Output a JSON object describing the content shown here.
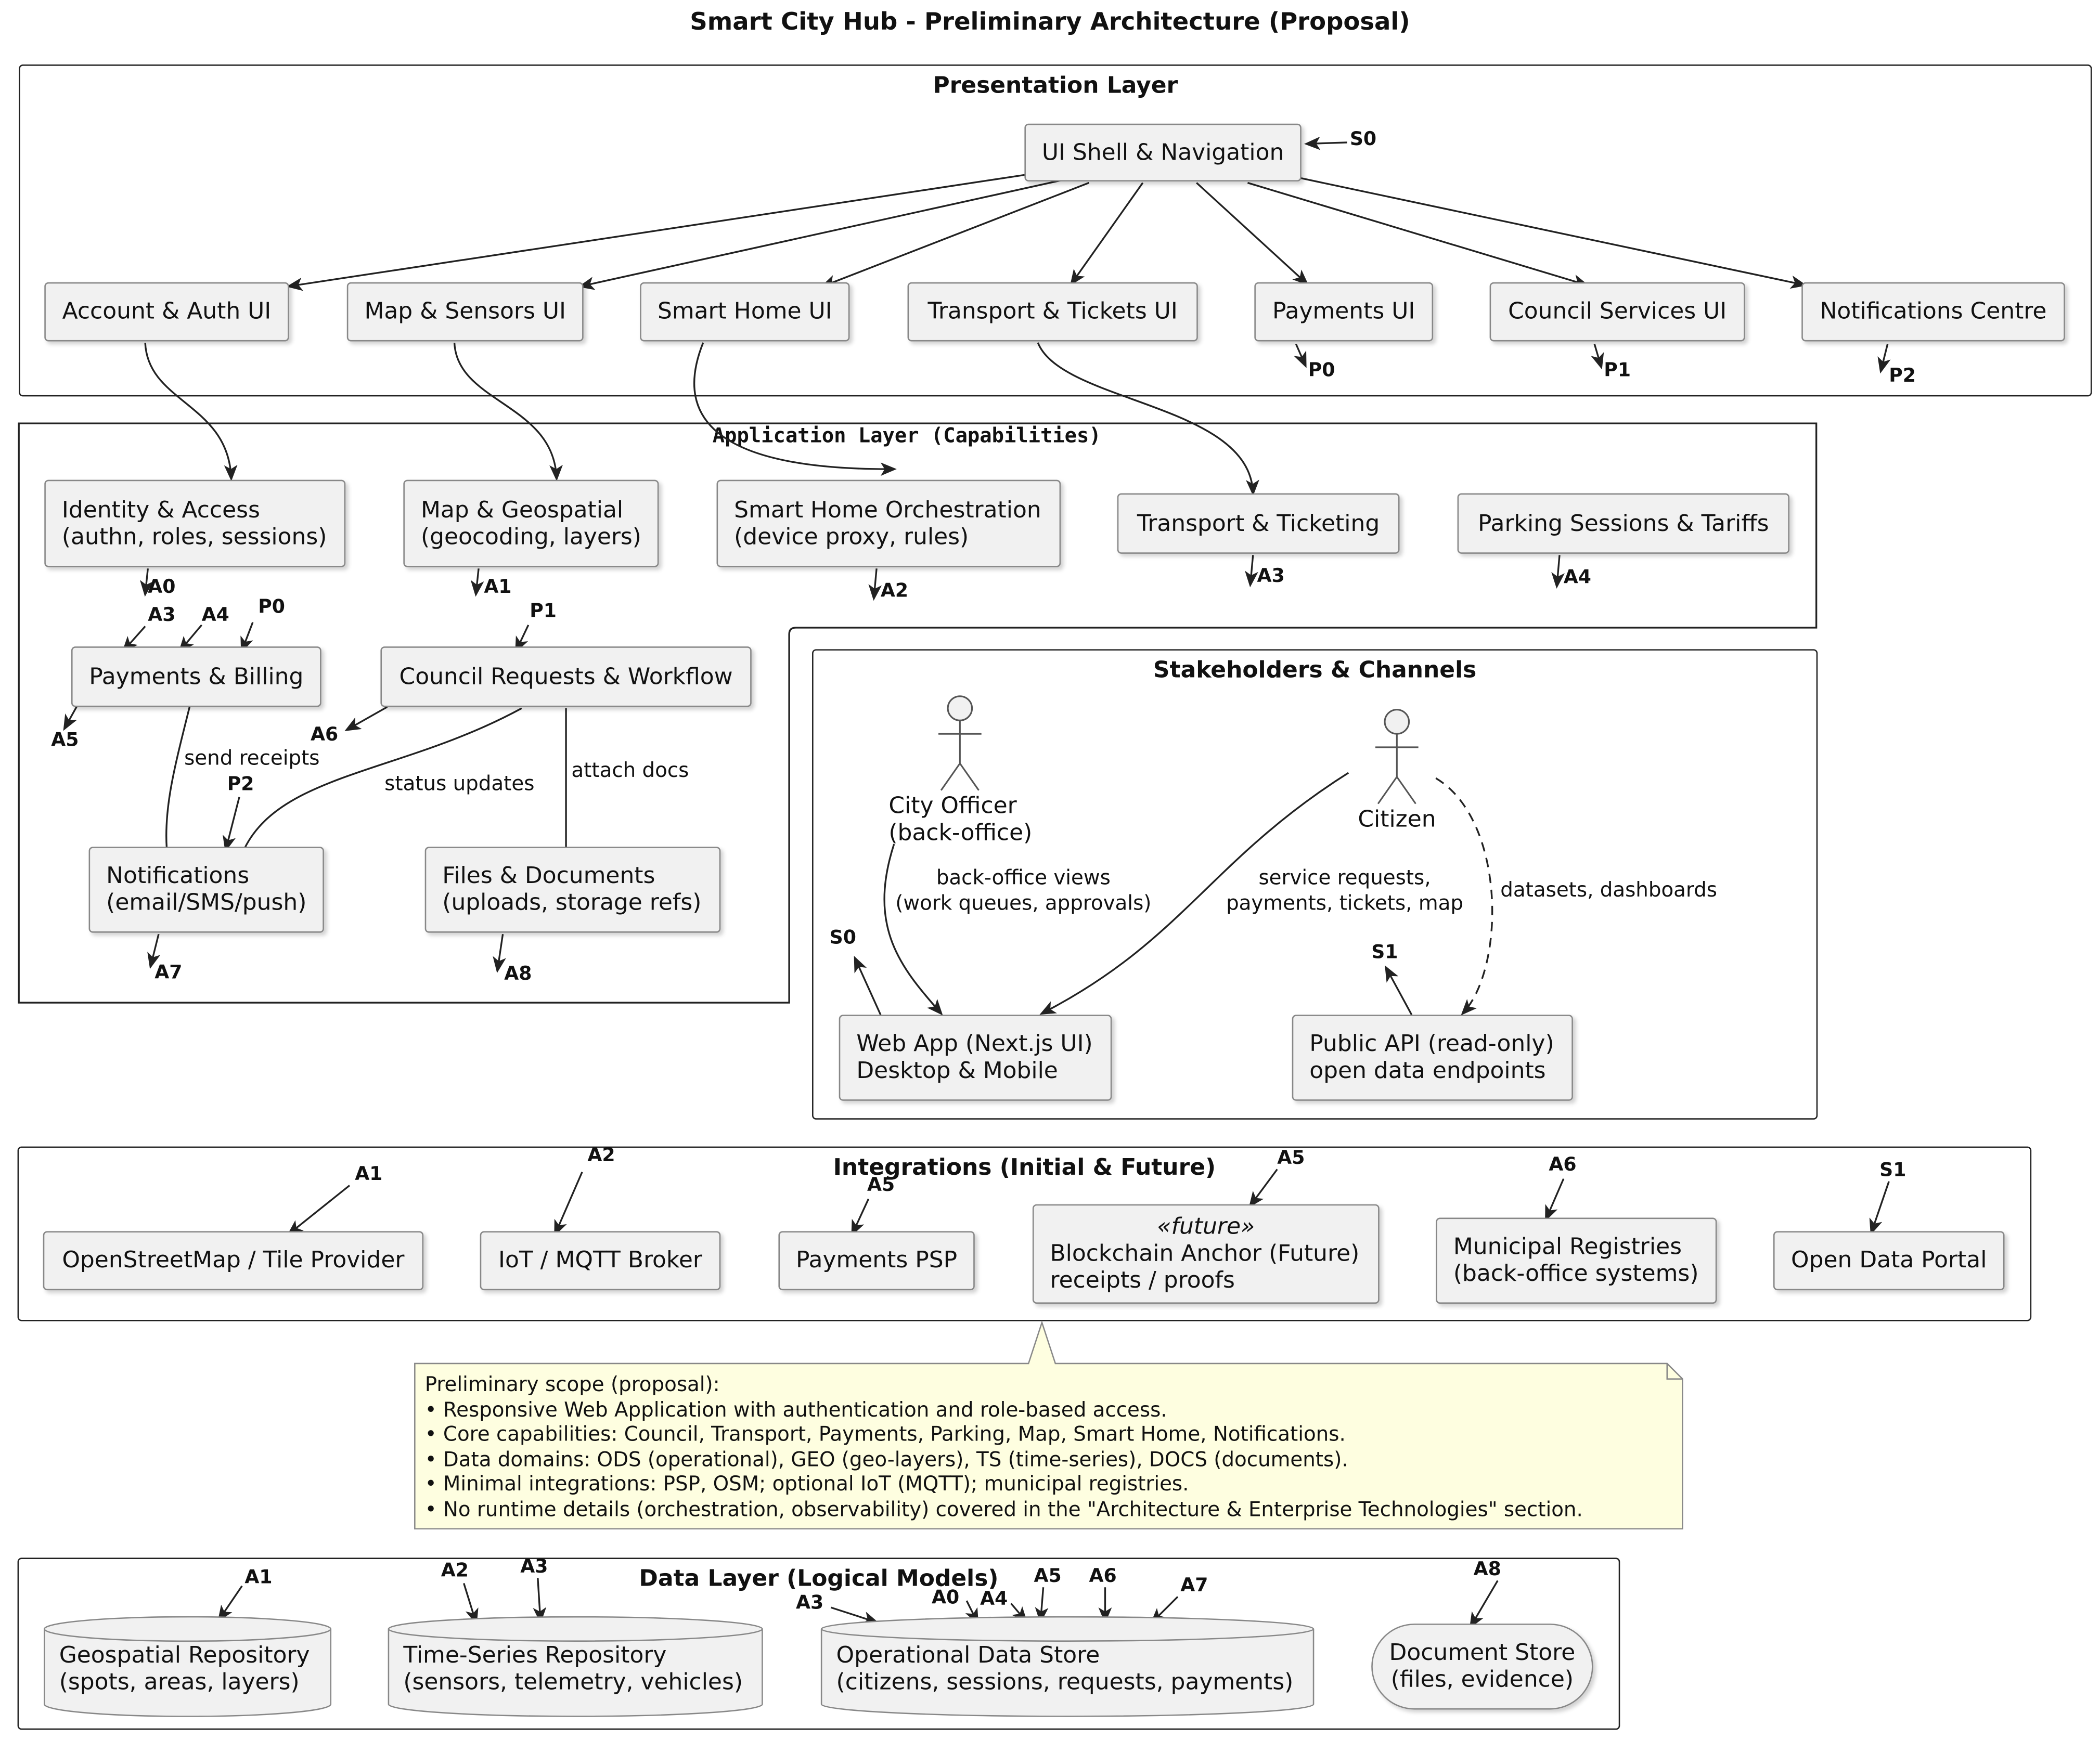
{
  "title": "Smart City Hub - Preliminary Architecture (Proposal)",
  "packages": {
    "presentation": "Presentation Layer",
    "application": "Application Layer (Capabilities)",
    "stakeholders": "Stakeholders & Channels",
    "integrations": "Integrations (Initial & Future)",
    "data": "Data Layer (Logical Models)"
  },
  "presentation": {
    "shell": "UI Shell & Navigation",
    "account": "Account & Auth UI",
    "map": "Map & Sensors UI",
    "smarthome": "Smart Home UI",
    "transport": "Transport & Tickets UI",
    "payments": "Payments UI",
    "council": "Council Services UI",
    "notifications": "Notifications Centre"
  },
  "application": {
    "identity": [
      "Identity & Access",
      "(authn, roles, sessions)"
    ],
    "geo": [
      "Map & Geospatial",
      "(geocoding, layers)"
    ],
    "smarthome": [
      "Smart Home Orchestration",
      "(device proxy, rules)"
    ],
    "transport": "Transport & Ticketing",
    "parking": "Parking Sessions & Tariffs",
    "payments": "Payments & Billing",
    "council": "Council Requests & Workflow",
    "notifications": [
      "Notifications",
      "(email/SMS/push)"
    ],
    "files": [
      "Files & Documents",
      "(uploads, storage refs)"
    ]
  },
  "stakeholders": {
    "officer": [
      "City Officer",
      "(back-office)"
    ],
    "citizen": "Citizen",
    "webapp": [
      "Web App (Next.js UI)",
      "Desktop & Mobile"
    ],
    "publicapi": [
      "Public API (read-only)",
      "open data endpoints"
    ]
  },
  "integrations": {
    "osm": "OpenStreetMap / Tile Provider",
    "iot": "IoT / MQTT Broker",
    "psp": "Payments PSP",
    "blockchain_stereo": "«future»",
    "blockchain": [
      "Blockchain Anchor (Future)",
      "receipts / proofs"
    ],
    "registries": [
      "Municipal Registries",
      "(back-office systems)"
    ],
    "opendata": "Open Data Portal"
  },
  "data": {
    "geo": [
      "Geospatial Repository",
      "(spots, areas, layers)"
    ],
    "ts": [
      "Time-Series Repository",
      "(sensors, telemetry, vehicles)"
    ],
    "ods": [
      "Operational Data Store",
      "(citizens, sessions, requests, payments)"
    ],
    "docs": [
      "Document Store",
      "(files, evidence)"
    ]
  },
  "edge_labels": {
    "send_receipts": "send receipts",
    "status_updates": "status updates",
    "attach_docs": "attach docs",
    "backoffice": [
      "back-office views",
      "(work queues, approvals)"
    ],
    "service": [
      "service requests,",
      "payments, tickets, map"
    ],
    "datasets": "datasets, dashboards"
  },
  "tags": {
    "S0": "S0",
    "S1": "S1",
    "P0": "P0",
    "P1": "P1",
    "P2": "P2",
    "A0": "A0",
    "A1": "A1",
    "A2": "A2",
    "A3": "A3",
    "A4": "A4",
    "A5": "A5",
    "A6": "A6",
    "A7": "A7",
    "A8": "A8"
  },
  "note": [
    "Preliminary scope (proposal):",
    "• Responsive Web Application with authentication and role-based access.",
    "• Core capabilities: Council, Transport, Payments, Parking, Map, Smart Home, Notifications.",
    "• Data domains: ODS (operational), GEO (geo-layers), TS (time-series), DOCS (documents).",
    "• Minimal integrations: PSP, OSM; optional IoT (MQTT); municipal registries.",
    "• No runtime details (orchestration, observability) covered in the \"Architecture & Enterprise Technologies\" section."
  ],
  "colors": {
    "node_fill": "#f1f1f1",
    "note_fill": "#fefee0",
    "line": "#222222"
  }
}
